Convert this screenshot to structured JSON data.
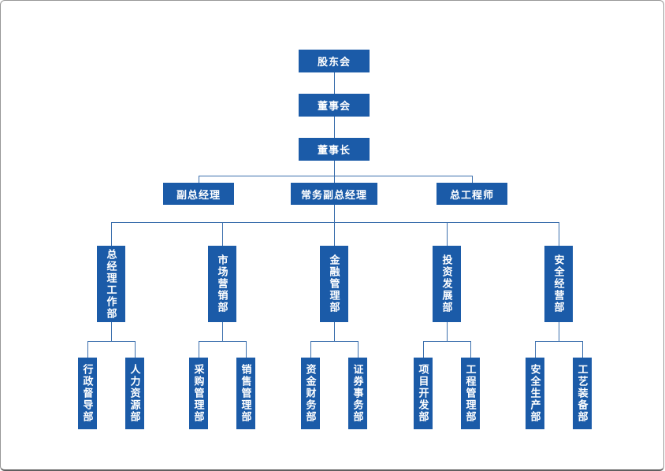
{
  "org": {
    "colors": {
      "box_fill": "#1b5ba8",
      "box_text": "#ffffff",
      "connector": "#3c6fad",
      "canvas_border": "#989898",
      "background": "#ffffff"
    },
    "top_chain": [
      {
        "label": "股东会"
      },
      {
        "label": "董事会"
      },
      {
        "label": "董事长"
      }
    ],
    "executive_row": [
      {
        "label": "副总经理"
      },
      {
        "label": "常务副总经理"
      },
      {
        "label": "总工程师"
      }
    ],
    "departments": [
      {
        "label": "总经理工作部",
        "children": [
          {
            "label": "行政督导部"
          },
          {
            "label": "人力资源部"
          }
        ]
      },
      {
        "label": "市场营销部",
        "children": [
          {
            "label": "采购管理部"
          },
          {
            "label": "销售管理部"
          }
        ]
      },
      {
        "label": "金融管理部",
        "children": [
          {
            "label": "资金财务部"
          },
          {
            "label": "证券事务部"
          }
        ]
      },
      {
        "label": "投资发展部",
        "children": [
          {
            "label": "项目开发部"
          },
          {
            "label": "工程管理部"
          }
        ]
      },
      {
        "label": "安全经营部",
        "children": [
          {
            "label": "安全生产部"
          },
          {
            "label": "工艺装备部"
          }
        ]
      }
    ]
  }
}
